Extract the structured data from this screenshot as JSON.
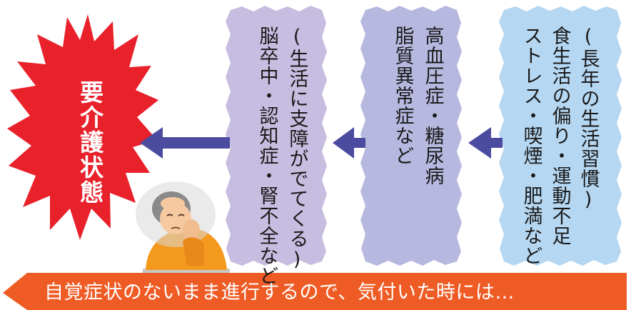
{
  "colors": {
    "stage1_bg": "#b5d7f2",
    "stage2_bg": "#b7b8e0",
    "stage3_bg": "#c7bde0",
    "result_bg": "#e8212b",
    "arrow": "#4b4ba0",
    "banner_bg": "#ef5b24"
  },
  "stage1": {
    "col1": "(長年の生活習慣)",
    "col2": "食生活の偏り・運動不足",
    "col3": "ストレス・喫煙・肥満など"
  },
  "stage2": {
    "col1": "高血圧症・糖尿病",
    "col2": "脂質異常症など"
  },
  "stage3": {
    "col1": "(生活に支障がでてくる)",
    "col2": "脳卒中・認知症・腎不全など"
  },
  "result": {
    "label": "要介護状態"
  },
  "banner": {
    "text": "自覚症状のないまま進行するので、気付いた時には…"
  },
  "illustration": {
    "icon": "elderly-person-icon"
  }
}
